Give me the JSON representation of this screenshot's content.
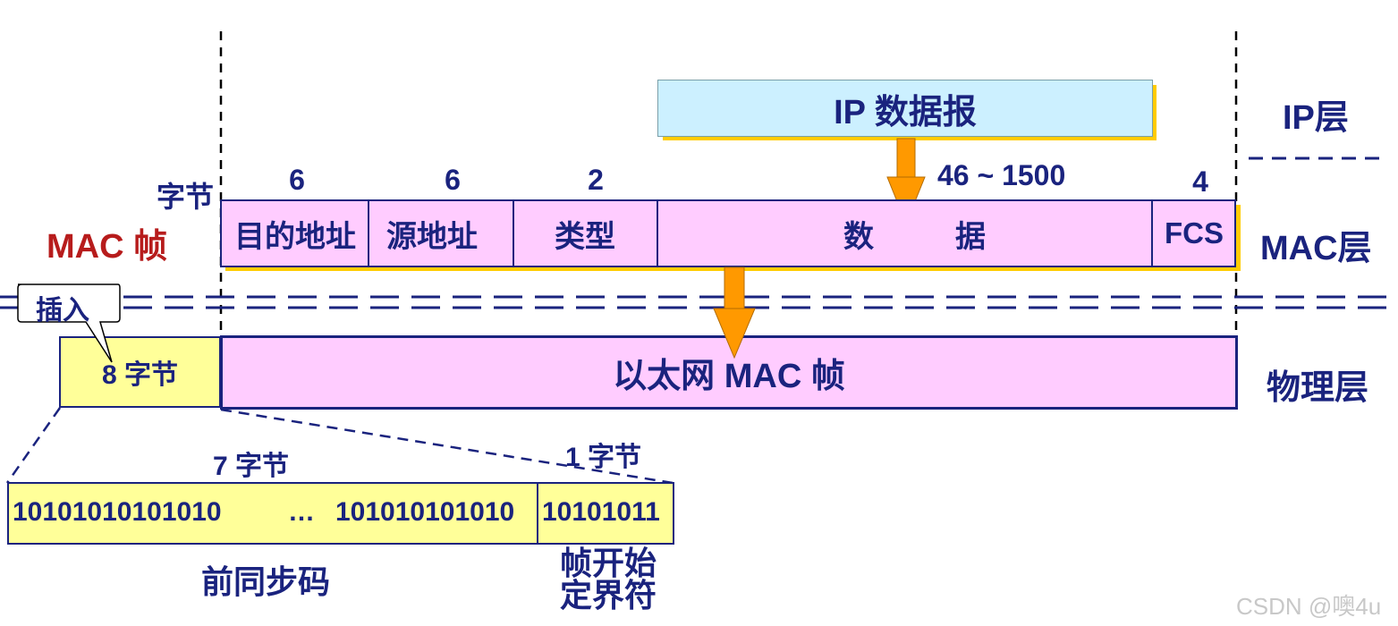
{
  "layers": {
    "ip": "IP层",
    "mac": "MAC层",
    "physical": "物理层"
  },
  "ip_datagram": {
    "label": "IP 数据报"
  },
  "mac_frame": {
    "label": "MAC 帧",
    "unit": "字节",
    "fields": [
      {
        "name": "目的地址",
        "bytes": "6"
      },
      {
        "name": "源地址",
        "bytes": "6"
      },
      {
        "name": "类型",
        "bytes": "2"
      },
      {
        "name": "数",
        "name2": "据",
        "bytes": "46 ~ 1500"
      },
      {
        "name": "FCS",
        "bytes": "4"
      }
    ]
  },
  "physical": {
    "insert_label": "插入",
    "preamble_box": "8 字节",
    "ethernet_frame": "以太网 MAC 帧"
  },
  "preamble_detail": {
    "sync_bytes": "7 字节",
    "sfd_bytes": "1 字节",
    "sync_bits_left": "10101010101010",
    "ellipsis": "…",
    "sync_bits_right": "101010101010",
    "sfd_bits": "10101011",
    "sync_label": "前同步码",
    "sfd_label_line1": "帧开始",
    "sfd_label_line2": "定界符"
  },
  "watermark": "CSDN @噢4u",
  "colors": {
    "navy": "#1a237e",
    "mac_red": "#b71c1c",
    "pink": "#ffccff",
    "light_blue": "#ccf0ff",
    "light_yellow": "#ffff99",
    "arrow_orange": "#ff9900",
    "shadow_yellow": "#ffcc00"
  }
}
